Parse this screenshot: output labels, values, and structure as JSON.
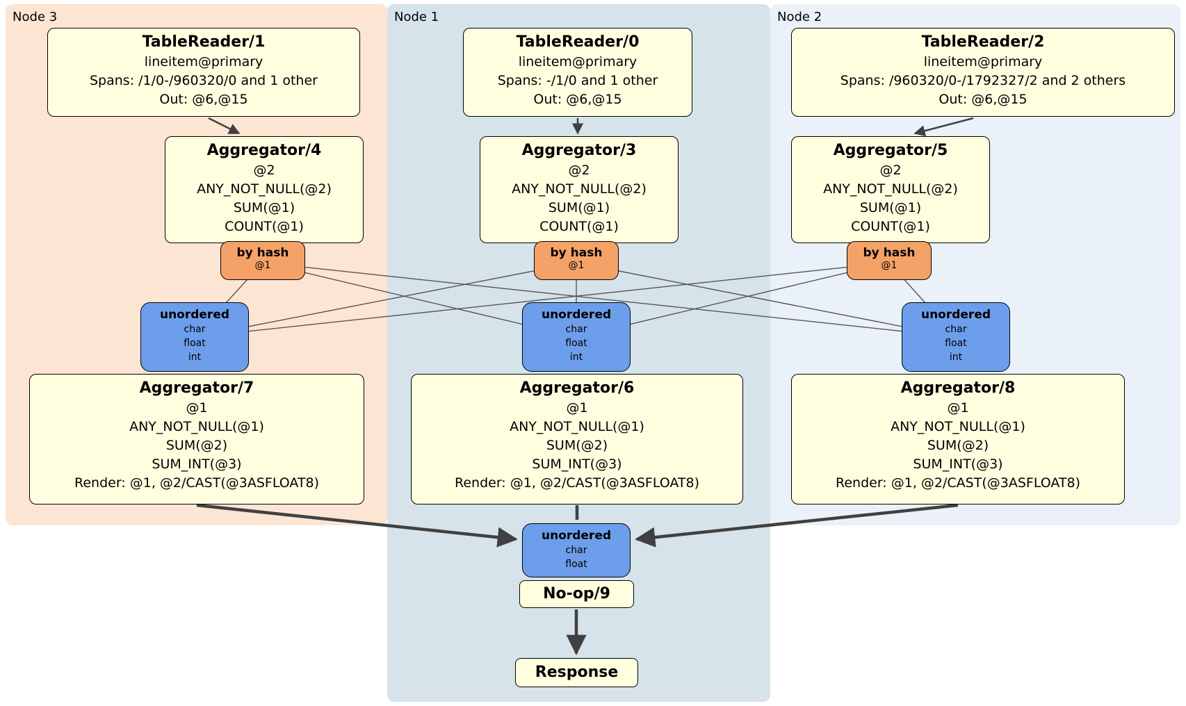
{
  "diagram": {
    "regions": {
      "node3": {
        "label": "Node 3"
      },
      "node1": {
        "label": "Node 1"
      },
      "node2": {
        "label": "Node 2"
      }
    },
    "processors": {
      "tr1": {
        "title": "TableReader/1",
        "lines": [
          "lineitem@primary",
          "Spans: /1/0-/960320/0 and 1 other",
          "Out: @6,@15"
        ]
      },
      "tr0": {
        "title": "TableReader/0",
        "lines": [
          "lineitem@primary",
          "Spans: -/1/0 and 1 other",
          "Out: @6,@15"
        ]
      },
      "tr2": {
        "title": "TableReader/2",
        "lines": [
          "lineitem@primary",
          "Spans: /960320/0-/1792327/2 and 2 others",
          "Out: @6,@15"
        ]
      },
      "agg4": {
        "title": "Aggregator/4",
        "lines": [
          "@2",
          "ANY_NOT_NULL(@2)",
          "SUM(@1)",
          "COUNT(@1)"
        ]
      },
      "agg3": {
        "title": "Aggregator/3",
        "lines": [
          "@2",
          "ANY_NOT_NULL(@2)",
          "SUM(@1)",
          "COUNT(@1)"
        ]
      },
      "agg5": {
        "title": "Aggregator/5",
        "lines": [
          "@2",
          "ANY_NOT_NULL(@2)",
          "SUM(@1)",
          "COUNT(@1)"
        ]
      },
      "agg7": {
        "title": "Aggregator/7",
        "lines": [
          "@1",
          "ANY_NOT_NULL(@1)",
          "SUM(@2)",
          "SUM_INT(@3)",
          "Render: @1, @2/CAST(@3ASFLOAT8)"
        ]
      },
      "agg6": {
        "title": "Aggregator/6",
        "lines": [
          "@1",
          "ANY_NOT_NULL(@1)",
          "SUM(@2)",
          "SUM_INT(@3)",
          "Render: @1, @2/CAST(@3ASFLOAT8)"
        ]
      },
      "agg8": {
        "title": "Aggregator/8",
        "lines": [
          "@1",
          "ANY_NOT_NULL(@1)",
          "SUM(@2)",
          "SUM_INT(@3)",
          "Render: @1, @2/CAST(@3ASFLOAT8)"
        ]
      },
      "noop": {
        "title": "No-op/9"
      },
      "response": {
        "title": "Response"
      }
    },
    "routers": {
      "hash3": {
        "title": "by hash",
        "sub": "@1"
      },
      "hash1": {
        "title": "by hash",
        "sub": "@1"
      },
      "hash2": {
        "title": "by hash",
        "sub": "@1"
      }
    },
    "syncs": {
      "sync3": {
        "title": "unordered",
        "lines": [
          "char",
          "float",
          "int"
        ]
      },
      "sync1": {
        "title": "unordered",
        "lines": [
          "char",
          "float",
          "int"
        ]
      },
      "sync2": {
        "title": "unordered",
        "lines": [
          "char",
          "float",
          "int"
        ]
      },
      "syncFinal": {
        "title": "unordered",
        "lines": [
          "char",
          "float"
        ]
      }
    },
    "colors": {
      "node3_bg": "#fde5d3",
      "node1_bg": "#d6e3ea",
      "node2_bg": "#eaf1f9",
      "processor_bg": "#ffffe0",
      "router_bg": "#f5a269",
      "sync_bg": "#6d9eeb",
      "edge": "#404040"
    }
  }
}
